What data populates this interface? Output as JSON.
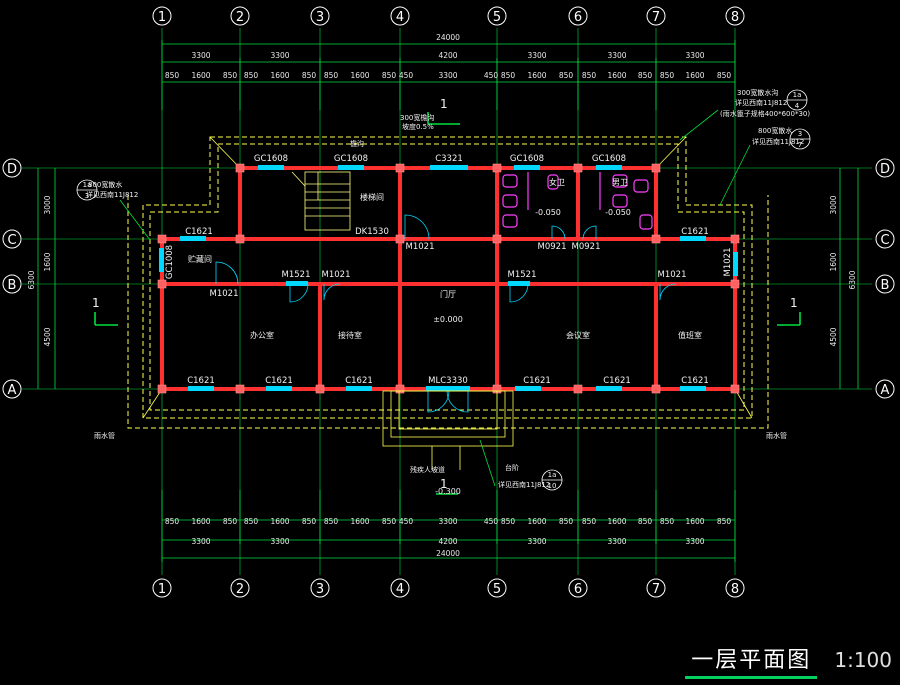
{
  "grid_axes": {
    "columns": [
      "1",
      "2",
      "3",
      "4",
      "5",
      "6",
      "7",
      "8"
    ],
    "rows": [
      "D",
      "C",
      "B",
      "A"
    ]
  },
  "dimensions": {
    "total": "24000",
    "top_bays": [
      "3300",
      "3300",
      "4200",
      "3300",
      "3300",
      "3300"
    ],
    "top_detail": [
      "850",
      "1600",
      "850",
      "850",
      "1600",
      "850",
      "850",
      "1600",
      "850",
      "450",
      "3300",
      "450",
      "850",
      "1600",
      "850",
      "850",
      "1600",
      "850",
      "850",
      "1600",
      "850"
    ],
    "bottom_detail": [
      "850",
      "1600",
      "850",
      "850",
      "1600",
      "850",
      "850",
      "1600",
      "850",
      "450",
      "3300",
      "450",
      "850",
      "1600",
      "850",
      "850",
      "1600",
      "850",
      "850",
      "1600",
      "850"
    ],
    "bottom_bays": [
      "3300",
      "3300",
      "4200",
      "3300",
      "3300",
      "3300"
    ],
    "left_rows": [
      "3000",
      "1600",
      "6300",
      "4500"
    ],
    "right_rows": [
      "3000",
      "1600",
      "6300",
      "4500"
    ]
  },
  "windows_top": [
    "GC1608",
    "GC1608",
    "C3321",
    "GC1608",
    "GC1608"
  ],
  "windows_bottom": [
    "C1621",
    "C1621",
    "C1621",
    "MLC3330",
    "C1621",
    "C1621",
    "C1621"
  ],
  "windows_mid": [
    "C1621",
    "C1621",
    "GC1008",
    "DK1530",
    "M1021",
    "M0921",
    "M0921",
    "M1021"
  ],
  "doors": [
    "M1521",
    "M1021",
    "M1021",
    "M1521",
    "M1021"
  ],
  "rooms": {
    "stair": "楼梯间",
    "hall": "门厅",
    "toilet_f": "女卫",
    "toilet_m": "男卫",
    "office1": "办公室",
    "office2": "接待室",
    "office3": "会议室",
    "office4": "值班室",
    "store": "贮藏间",
    "level_hall": "±0.000",
    "level_out": "-0.300",
    "level_t1": "-0.050",
    "level_t2": "-0.050",
    "marker": "1"
  },
  "notes": {
    "top_center": "300宽檐沟",
    "top_center2": "坡度0.5%",
    "right1": "300宽散水沟",
    "right2": "详见西南11J812",
    "right3": "(雨水篦子规格400*600*30)",
    "right4": "800宽散水",
    "right5": "详见西南11J812",
    "left1": "800宽散水",
    "left2": "详见西南11J812",
    "bottom1": "台阶",
    "bottom2": "详见西南11J812",
    "bottom3": "残疾人坡道",
    "rain_left": "雨水管",
    "rain_right": "雨水管",
    "gutter": "檐沟"
  },
  "callouts": {
    "c1_top": "1a",
    "c1_bot": "4",
    "c2_top": "3",
    "c2_bot": "7",
    "c3_top": "1a",
    "c3_bot": "3",
    "c4_top": "1a",
    "c4_bot": "10"
  },
  "title": "一层平面图",
  "scale": "1:100",
  "colors": {
    "grid": "#ffffff",
    "dimension": "#00e040",
    "wall": "#ff3030",
    "column": "#ff6060",
    "roof": "#ffff50",
    "window": "#00d8ff",
    "fixture": "#ff40ff"
  }
}
